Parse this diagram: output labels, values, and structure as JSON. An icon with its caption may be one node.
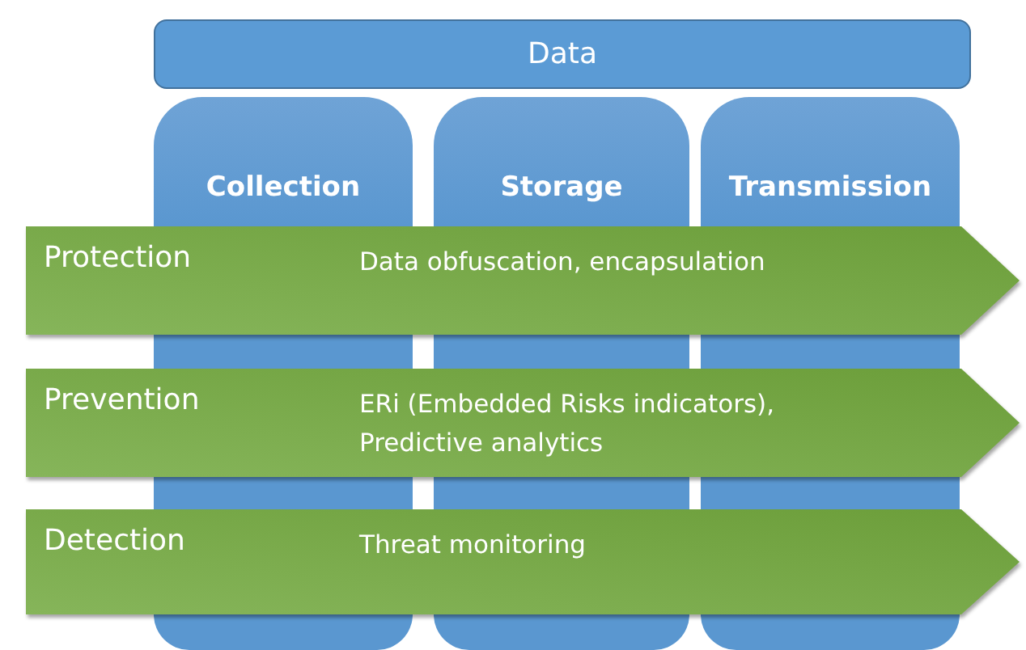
{
  "diagram": {
    "nodes": [
      {
        "text": [
          "Data"
        ]
      },
      {
        "text": [
          "Collection"
        ]
      },
      {
        "text": [
          "Storage"
        ]
      },
      {
        "text": [
          "Transmission"
        ]
      },
      {
        "text": [
          "Protection",
          "Data obfuscation, encapsulation"
        ]
      },
      {
        "text": [
          "Prevention",
          "ERi (Embedded  Risks indicators), Predictive analytics"
        ]
      },
      {
        "text": [
          "Detection",
          "Threat monitoring"
        ]
      }
    ]
  }
}
